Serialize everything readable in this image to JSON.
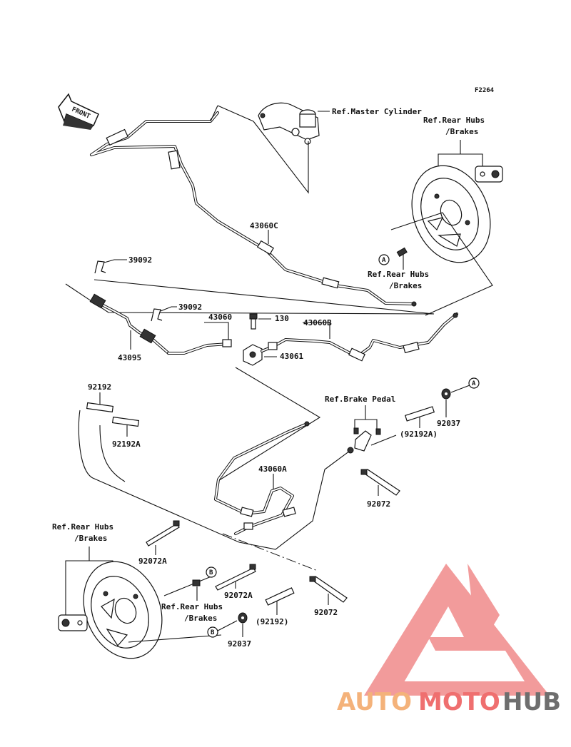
{
  "figure_code": "F2264",
  "front_label": "FRONT",
  "refs": {
    "master_cylinder": "Ref.Master Cylinder",
    "rear_hubs_top_line1": "Ref.Rear Hubs",
    "rear_hubs_top_line2": "/Brakes",
    "rear_hubs_mid_line1": "Ref.Rear Hubs",
    "rear_hubs_mid_line2": "/Brakes",
    "rear_hubs_left_line1": "Ref.Rear Hubs",
    "rear_hubs_left_line2": "/Brakes",
    "rear_hubs_bottom_line1": "Ref.Rear Hubs",
    "rear_hubs_bottom_line2": "/Brakes",
    "brake_pedal": "Ref.Brake Pedal"
  },
  "markers": {
    "a1": "A",
    "a2": "A",
    "b1": "B",
    "b2": "B"
  },
  "parts": {
    "p43060C": "43060C",
    "p39092_a": "39092",
    "p39092_b": "39092",
    "p43060": "43060",
    "p130": "130",
    "p43060B": "43060B",
    "p43095": "43095",
    "p43061": "43061",
    "p92192": "92192",
    "p92192A": "92192A",
    "p92192A_paren": "(92192A)",
    "p92037_top": "92037",
    "p43060A": "43060A",
    "p92072_top": "92072",
    "p92072A_left": "92072A",
    "p92072A_mid": "92072A",
    "p92192_paren": "(92192)",
    "p92072_bottom": "92072",
    "p92037_bottom": "92037"
  },
  "watermark": {
    "part1": "AUTO",
    "part2": "MOTO",
    "part3": "HUB"
  },
  "colors": {
    "watermark_orange": "#f4b27a",
    "watermark_red": "#ef6f6f",
    "watermark_gray": "#6e6e6e",
    "logo_fill": "#f08a8a"
  }
}
